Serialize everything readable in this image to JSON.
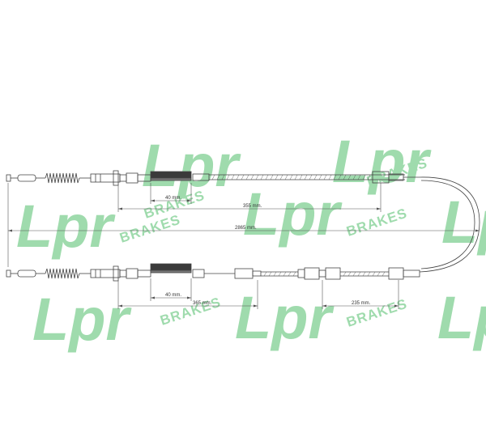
{
  "watermark": {
    "brand": "Lpr",
    "sub": "BRAKES",
    "color": "#7fcf92"
  },
  "colors": {
    "line": "#555555",
    "cable": "#444444",
    "clamp": "#3a3a3a",
    "tint": "#86d39a"
  },
  "dimensions": {
    "top_short": "40 mm.",
    "top_long": "355 mm.",
    "overall": "2865 mm.",
    "bottom_short": "40 mm.",
    "bottom_mid": "365 mm.",
    "bottom_right": "235 mm."
  }
}
